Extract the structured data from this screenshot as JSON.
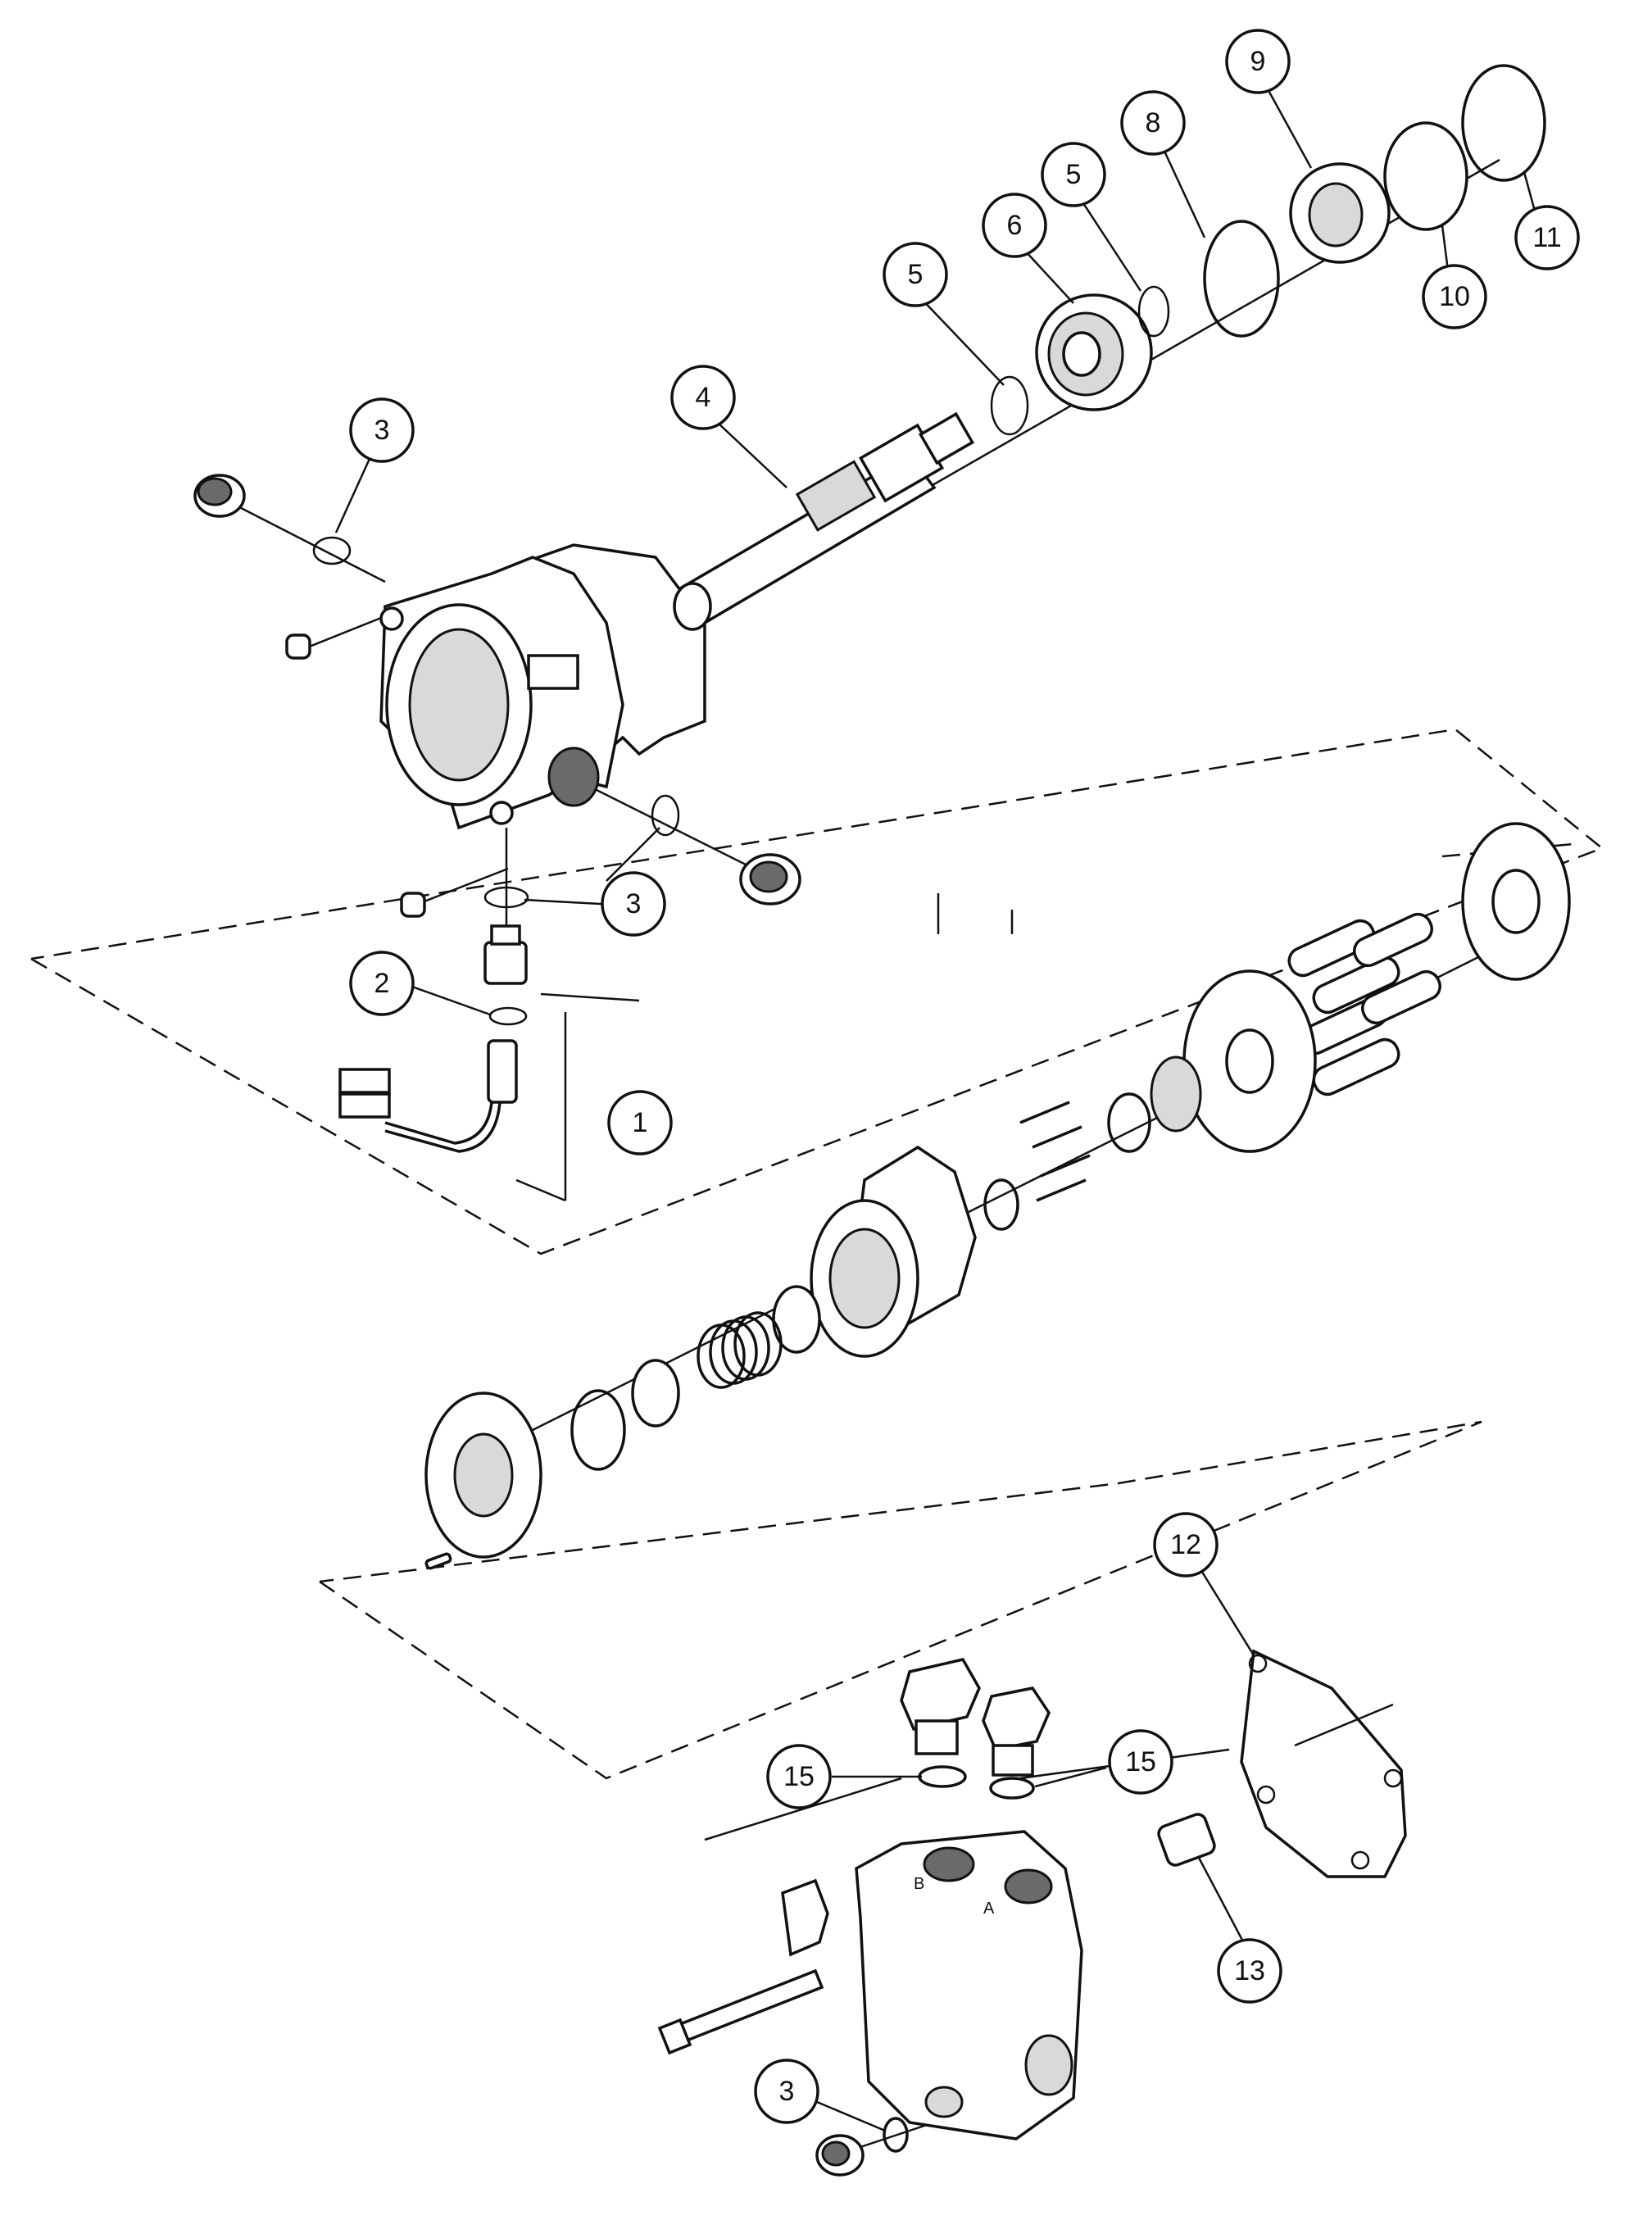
{
  "callouts": [
    {
      "id": "c1",
      "label": "1"
    },
    {
      "id": "c2",
      "label": "2"
    },
    {
      "id": "c3a",
      "label": "3"
    },
    {
      "id": "c3b",
      "label": "3"
    },
    {
      "id": "c3c",
      "label": "3"
    },
    {
      "id": "c4",
      "label": "4"
    },
    {
      "id": "c5a",
      "label": "5"
    },
    {
      "id": "c5b",
      "label": "5"
    },
    {
      "id": "c6",
      "label": "6"
    },
    {
      "id": "c8",
      "label": "8"
    },
    {
      "id": "c9",
      "label": "9"
    },
    {
      "id": "c10",
      "label": "10"
    },
    {
      "id": "c11",
      "label": "11"
    },
    {
      "id": "c12",
      "label": "12"
    },
    {
      "id": "c13",
      "label": "13"
    },
    {
      "id": "c15a",
      "label": "15"
    },
    {
      "id": "c15b",
      "label": "15"
    }
  ],
  "port_markings": {
    "port_a": "A",
    "port_b": "B"
  }
}
